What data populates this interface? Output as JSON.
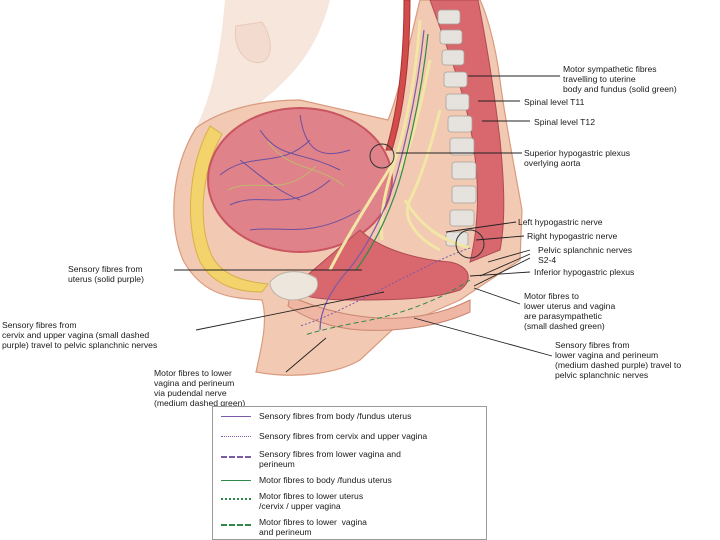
{
  "labels": {
    "motor_sympathetic": "Motor sympathetic fibres\ntravelling to uterine\nbody and fundus (solid green)",
    "spinal_t11": "Spinal level T11",
    "spinal_t12": "Spinal level T12",
    "superior_hypogastric": "Superior hypogastric plexus\noverlying aorta",
    "left_hypogastric": "Left hypogastric nerve",
    "right_hypogastric": "Right hypogastric nerve",
    "pelvic_splanchnic": "Pelvic splanchnic nerves\nS2-4",
    "inferior_hypogastric": "Inferior hypogastric plexus",
    "sensory_uterus": "Sensory fibres from\nuterus (solid purple)",
    "motor_lower_uterus": "Motor fibres to\nlower uterus and vagina\nare parasympathetic\n(small dashed green)",
    "sensory_cervix": "Sensory fibres from\ncervix and upper vagina (small dashed\npurple) travel to pelvic splanchnic nerves",
    "sensory_lower_vagina": "Sensory fibres from\nlower vagina and perineum\n(medium dashed purple) travel to\npelvic splanchnic nerves",
    "motor_pudendal": "Motor fibres to lower\nvagina and perineum\nvia pudendal nerve\n(medium dashed green)"
  },
  "legend": [
    {
      "text": "Sensory fibres from body /fundus uterus",
      "color": "#7b5aa6",
      "style": "solid"
    },
    {
      "text": "Sensory fibres from cervix and upper vagina",
      "color": "#7b5aa6",
      "style": "small-dashed"
    },
    {
      "text": "Sensory fibres from lower vagina and\nperineum",
      "color": "#7b5aa6",
      "style": "medium-dashed"
    },
    {
      "text": "Motor fibres to body /fundus uterus",
      "color": "#2f8a4a",
      "style": "solid"
    },
    {
      "text": "Motor fibres to lower uterus\n/cervix / upper vagina",
      "color": "#2f8a4a",
      "style": "small-dashed"
    },
    {
      "text": "Motor fibres to lower  vagina\nand perineum",
      "color": "#2f8a4a",
      "style": "medium-dashed"
    }
  ],
  "colors": {
    "skin": "#f2c9b2",
    "skin_dark": "#e7a98c",
    "fat": "#f3d36b",
    "uterus": "#e0828a",
    "uterus_dark": "#c95560",
    "spine_bone": "#e6e2de",
    "muscle": "#d9676e",
    "nerve": "#f2e6a6",
    "sensory": "#7b5aa6",
    "motor": "#2f8a4a",
    "leader": "#222222"
  }
}
